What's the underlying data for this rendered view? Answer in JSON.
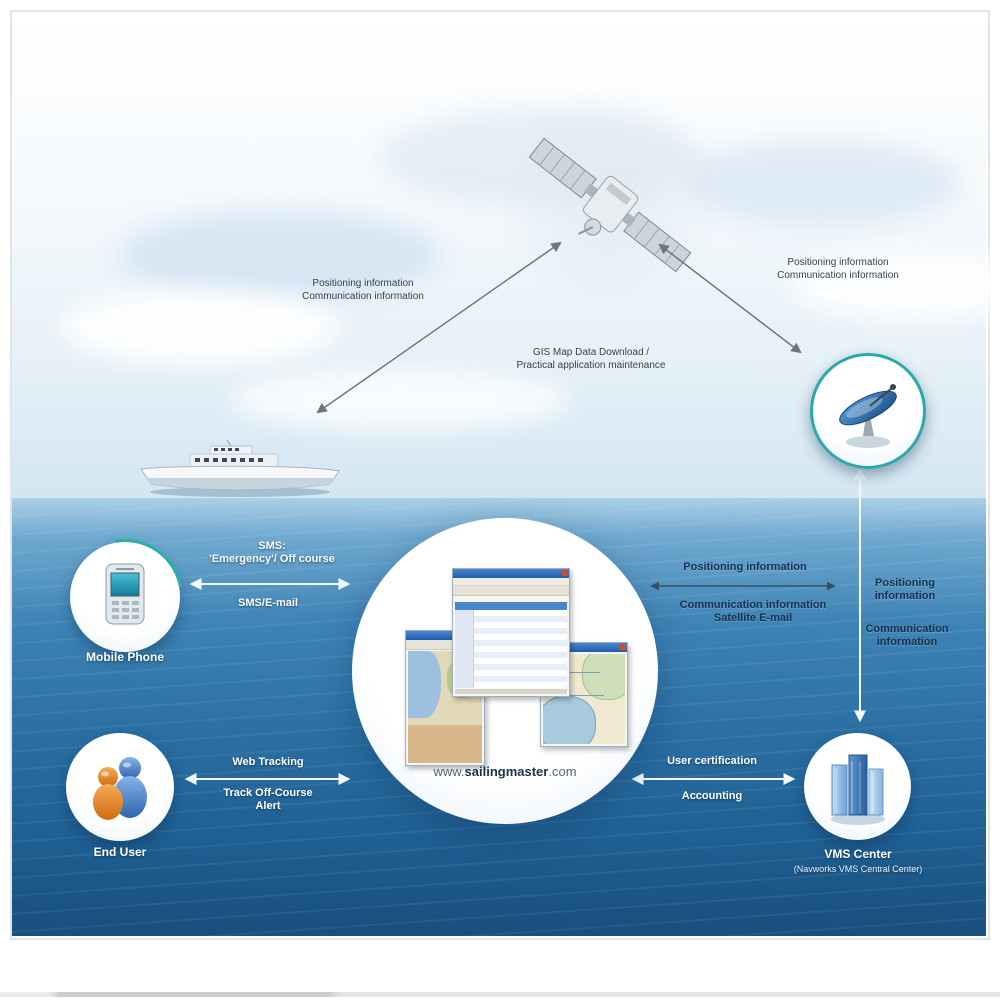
{
  "sky_labels": {
    "left_link": {
      "line1": "Positioning information",
      "line2": "Communication information"
    },
    "right_link": {
      "line1": "Positioning information",
      "line2": "Communication information"
    },
    "gis": {
      "line1": "GIS Map Data Download /",
      "line2": "Practical application maintenance"
    }
  },
  "ocean_labels": {
    "sms": {
      "above1": "SMS:",
      "above2": "'Emergency'/ Off course",
      "below": "SMS/E-mail"
    },
    "web": {
      "above": "Web Tracking",
      "below1": "Track Off-Course",
      "below2": "Alert"
    },
    "cert": {
      "above": "User certification",
      "below": "Accounting"
    },
    "pos": {
      "above": "Positioning information",
      "below1": "Communication information",
      "below2": "Satellite E-mail"
    },
    "vert_top": {
      "line1": "Positioning",
      "line2": "information"
    },
    "vert_bottom": {
      "line1": "Communication",
      "line2": "information"
    }
  },
  "nodes": {
    "mobile": {
      "label": "Mobile Phone"
    },
    "user": {
      "label": "End User"
    },
    "vms": {
      "label": "VMS Center",
      "sublabel": "(Navworks VMS Central Center)"
    },
    "site": {
      "www": "www.",
      "name": "sailingmaster",
      "tld": ".com"
    }
  },
  "colors": {
    "accent_teal": "#2ba8a8",
    "ocean_deep": "#1d5c8e",
    "link_gray": "#6a7680",
    "label_navy": "#15314d"
  },
  "icons": [
    "satellite-icon",
    "ship-icon",
    "dish-icon",
    "phone-icon",
    "people-icon",
    "building-icon",
    "browser-window",
    "map-window",
    "chart-window"
  ]
}
